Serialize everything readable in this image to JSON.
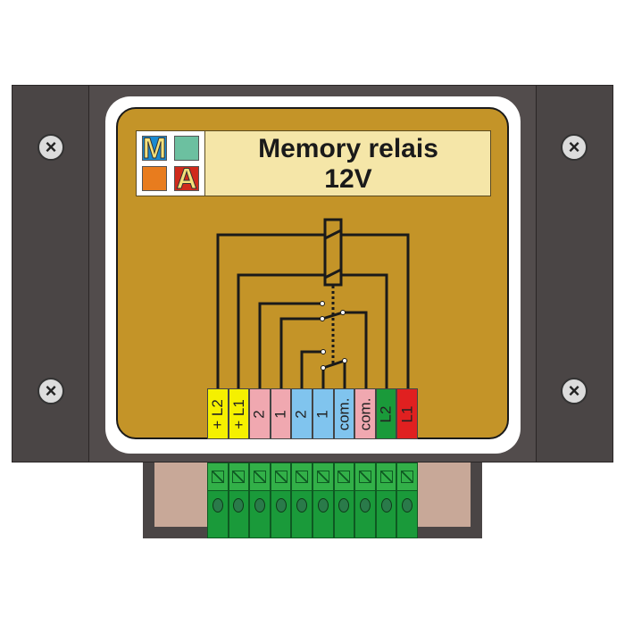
{
  "title": {
    "line1": "Memory relais",
    "line2": "12V"
  },
  "logo": {
    "letters": [
      "M",
      "A"
    ],
    "colors": [
      "#1a8ad0",
      "#6cc0a0",
      "#e87c1e",
      "#d02a1c"
    ]
  },
  "terminals": [
    {
      "label": "+ L2",
      "color": "#f5f000"
    },
    {
      "label": "+ L1",
      "color": "#f5f000"
    },
    {
      "label": "2",
      "color": "#f0a8b0"
    },
    {
      "label": "1",
      "color": "#f0a8b0"
    },
    {
      "label": "2",
      "color": "#80c4ee"
    },
    {
      "label": "1",
      "color": "#80c4ee"
    },
    {
      "label": "com.",
      "color": "#80c4ee"
    },
    {
      "label": "com.",
      "color": "#f0a8b0"
    },
    {
      "label": "L2",
      "color": "#1a9a3a"
    },
    {
      "label": "L1",
      "color": "#e02020"
    }
  ]
}
